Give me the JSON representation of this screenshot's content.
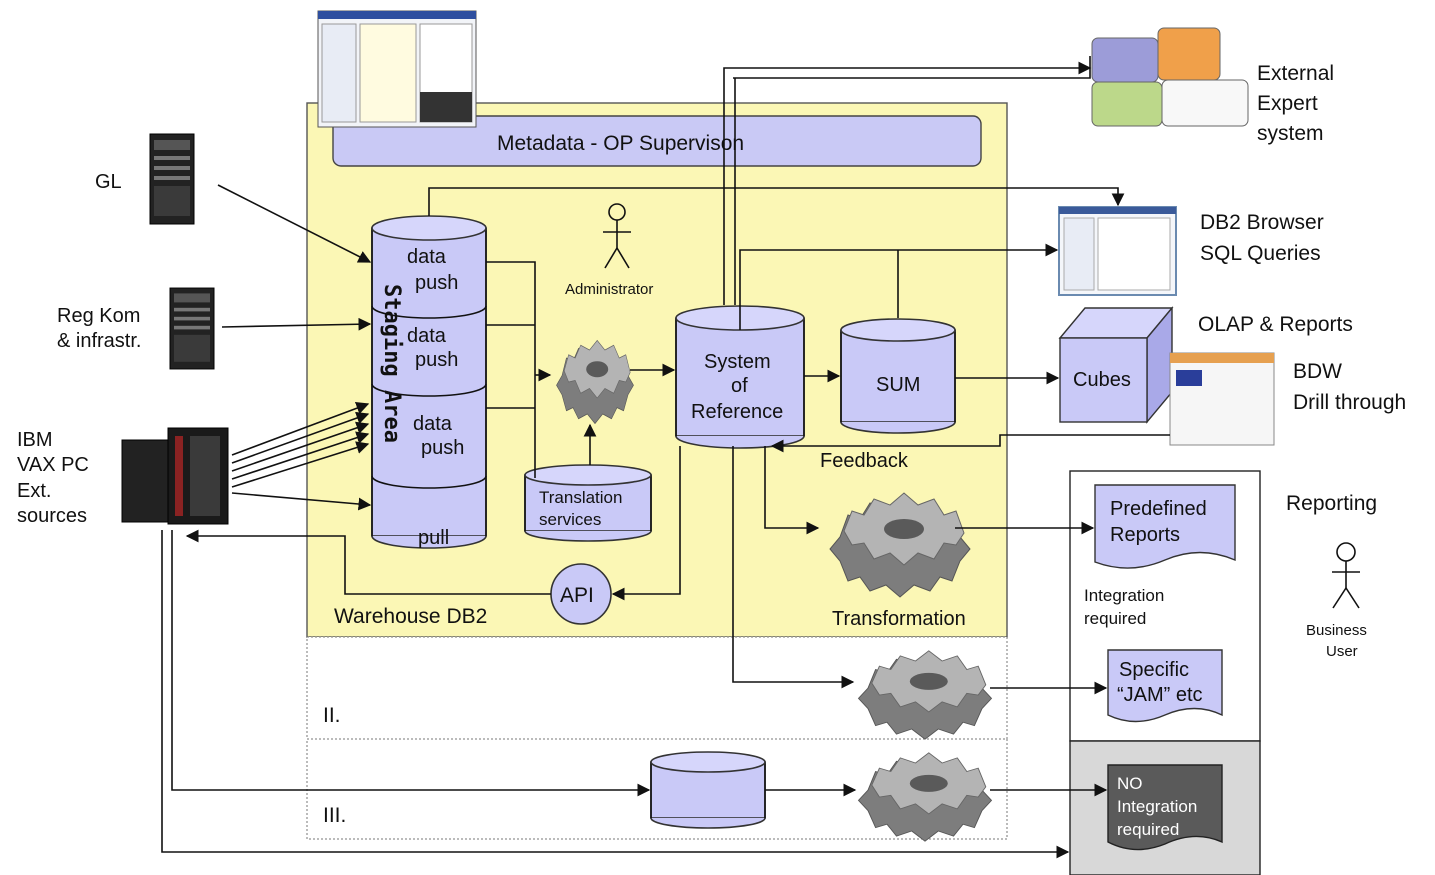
{
  "colors": {
    "warehouse_fill": "#fbf7b5",
    "cylinder_fill": "#c9c9f7",
    "metadata_fill": "#c9c9f5",
    "no_integration_fill": "#5a5a5a",
    "no_integration_panel": "#d8d8d8",
    "gear": "#8c8c8c"
  },
  "sources": {
    "gl": "GL",
    "regkom_line1": "Reg Kom",
    "regkom_line2": "& infrastr.",
    "ibm_line1": "IBM",
    "ibm_line2": "VAX   PC",
    "ibm_line3": "Ext.",
    "ibm_line4": "sources"
  },
  "metadata": {
    "label": "Metadata   -  OP Supervison"
  },
  "staging": {
    "vertical_label": "Staging Area",
    "seg1_line1": "data",
    "seg1_line2": "push",
    "seg2_line1": "data",
    "seg2_line2": "push",
    "seg3_line1": "data",
    "seg3_line2": "push",
    "seg4": "pull"
  },
  "administrator": "Administrator",
  "translation": {
    "line1": "Translation",
    "line2": "services"
  },
  "sor": {
    "line1": "System",
    "line2": "of",
    "line3": "Reference"
  },
  "sum": "SUM",
  "cubes": "Cubes",
  "feedback": "Feedback",
  "api": "API",
  "warehouse": "Warehouse DB2",
  "transformation": "Transformation",
  "external": {
    "line1": "External",
    "line2": "Expert",
    "line3": "system"
  },
  "db2browser": {
    "line1": "DB2 Browser",
    "line2": "SQL Queries"
  },
  "olap": "OLAP & Reports",
  "bdw": {
    "line1": "BDW",
    "line2": "Drill through"
  },
  "reporting": "Reporting",
  "predefined": {
    "line1": "Predefined",
    "line2": "Reports"
  },
  "integration": {
    "line1": "Integration",
    "line2": "required"
  },
  "specific": {
    "line1": "Specific",
    "line2": "“JAM” etc"
  },
  "no_integration": {
    "line1": "NO",
    "line2": "Integration",
    "line3": "required"
  },
  "business_user": {
    "line1": "Business",
    "line2": "User"
  },
  "tiers": {
    "tier2": "II.",
    "tier3": "III."
  }
}
